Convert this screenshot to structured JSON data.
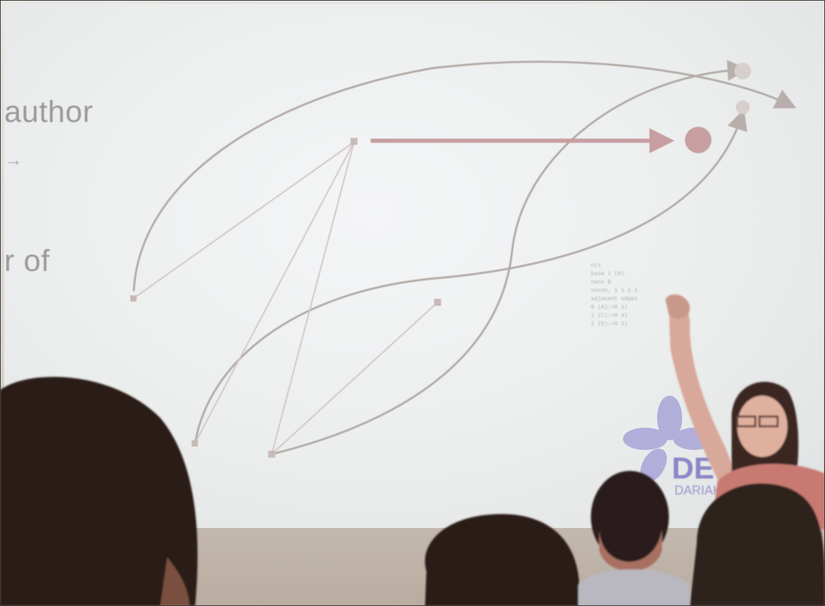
{
  "slide": {
    "text_author": "author",
    "text_arrow": "→",
    "text_of": "r of",
    "code_lines": [
      "nts",
      "base 1 (0)",
      "nano B",
      "nocoh, 1 1 1 1",
      "adjacent edges",
      "0 (A)->0 1)",
      "1 (C)->0 4)",
      "2 (D)->0 2)"
    ],
    "logo": {
      "initials": "DE",
      "subtitle": "DARIAH-"
    }
  },
  "colors": {
    "screen": "#eef0f0",
    "edge": "#b4aca8",
    "thin_edge": "#d3c6c3",
    "highlight": "#c79ea1",
    "logo": "#8c86c9"
  }
}
